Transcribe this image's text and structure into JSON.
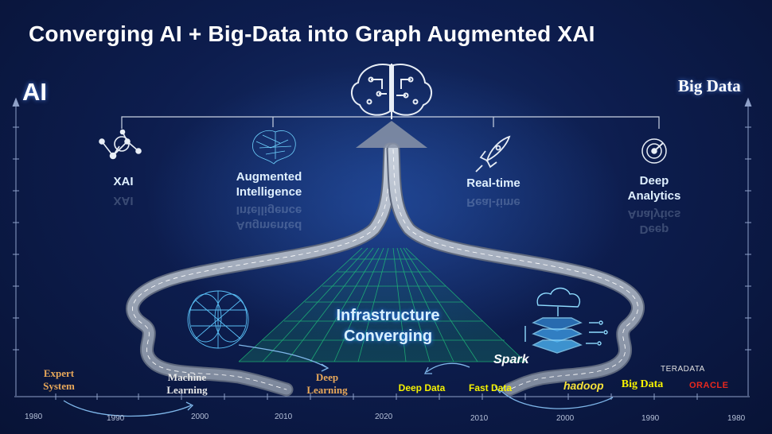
{
  "title": "Converging AI + Big-Data into Graph Augmented XAI",
  "axis_left_label": "AI",
  "axis_right_label": "Big Data",
  "capabilities": {
    "xai": "XAI",
    "augmented_line1": "Augmented",
    "augmented_line2": "Intelligence",
    "realtime": "Real-time",
    "deep_line1": "Deep",
    "deep_line2": "Analytics"
  },
  "center_label_line1": "Infrastructure",
  "center_label_line2": "Converging",
  "ai_eras": {
    "expert_line1": "Expert",
    "expert_line2": "System",
    "ml_line1": "Machine",
    "ml_line2": "Learning",
    "dl_line1": "Deep",
    "dl_line2": "Learning"
  },
  "data_eras": {
    "deep_data": "Deep Data",
    "fast_data": "Fast Data",
    "big_data": "Big Data"
  },
  "logos": {
    "spark": "Spark",
    "hadoop": "hadoop",
    "teradata": "TERADATA",
    "oracle": "ORACLE"
  },
  "years": [
    "1980",
    "1990",
    "2000",
    "2010",
    "2020",
    "2010",
    "2000",
    "1990",
    "1980"
  ],
  "colors": {
    "background": "#0d1d4e",
    "road": "#9aa4b6",
    "grid": "#1fbf7a",
    "ai_era": "#e8a85a",
    "data_era": "#f6f200",
    "accent": "#4b9be8"
  },
  "icons": [
    "network-graph-icon",
    "brain-circuit-icon",
    "rocket-icon",
    "radar-icon",
    "wireframe-brain-icon",
    "cloud-server-icon"
  ]
}
